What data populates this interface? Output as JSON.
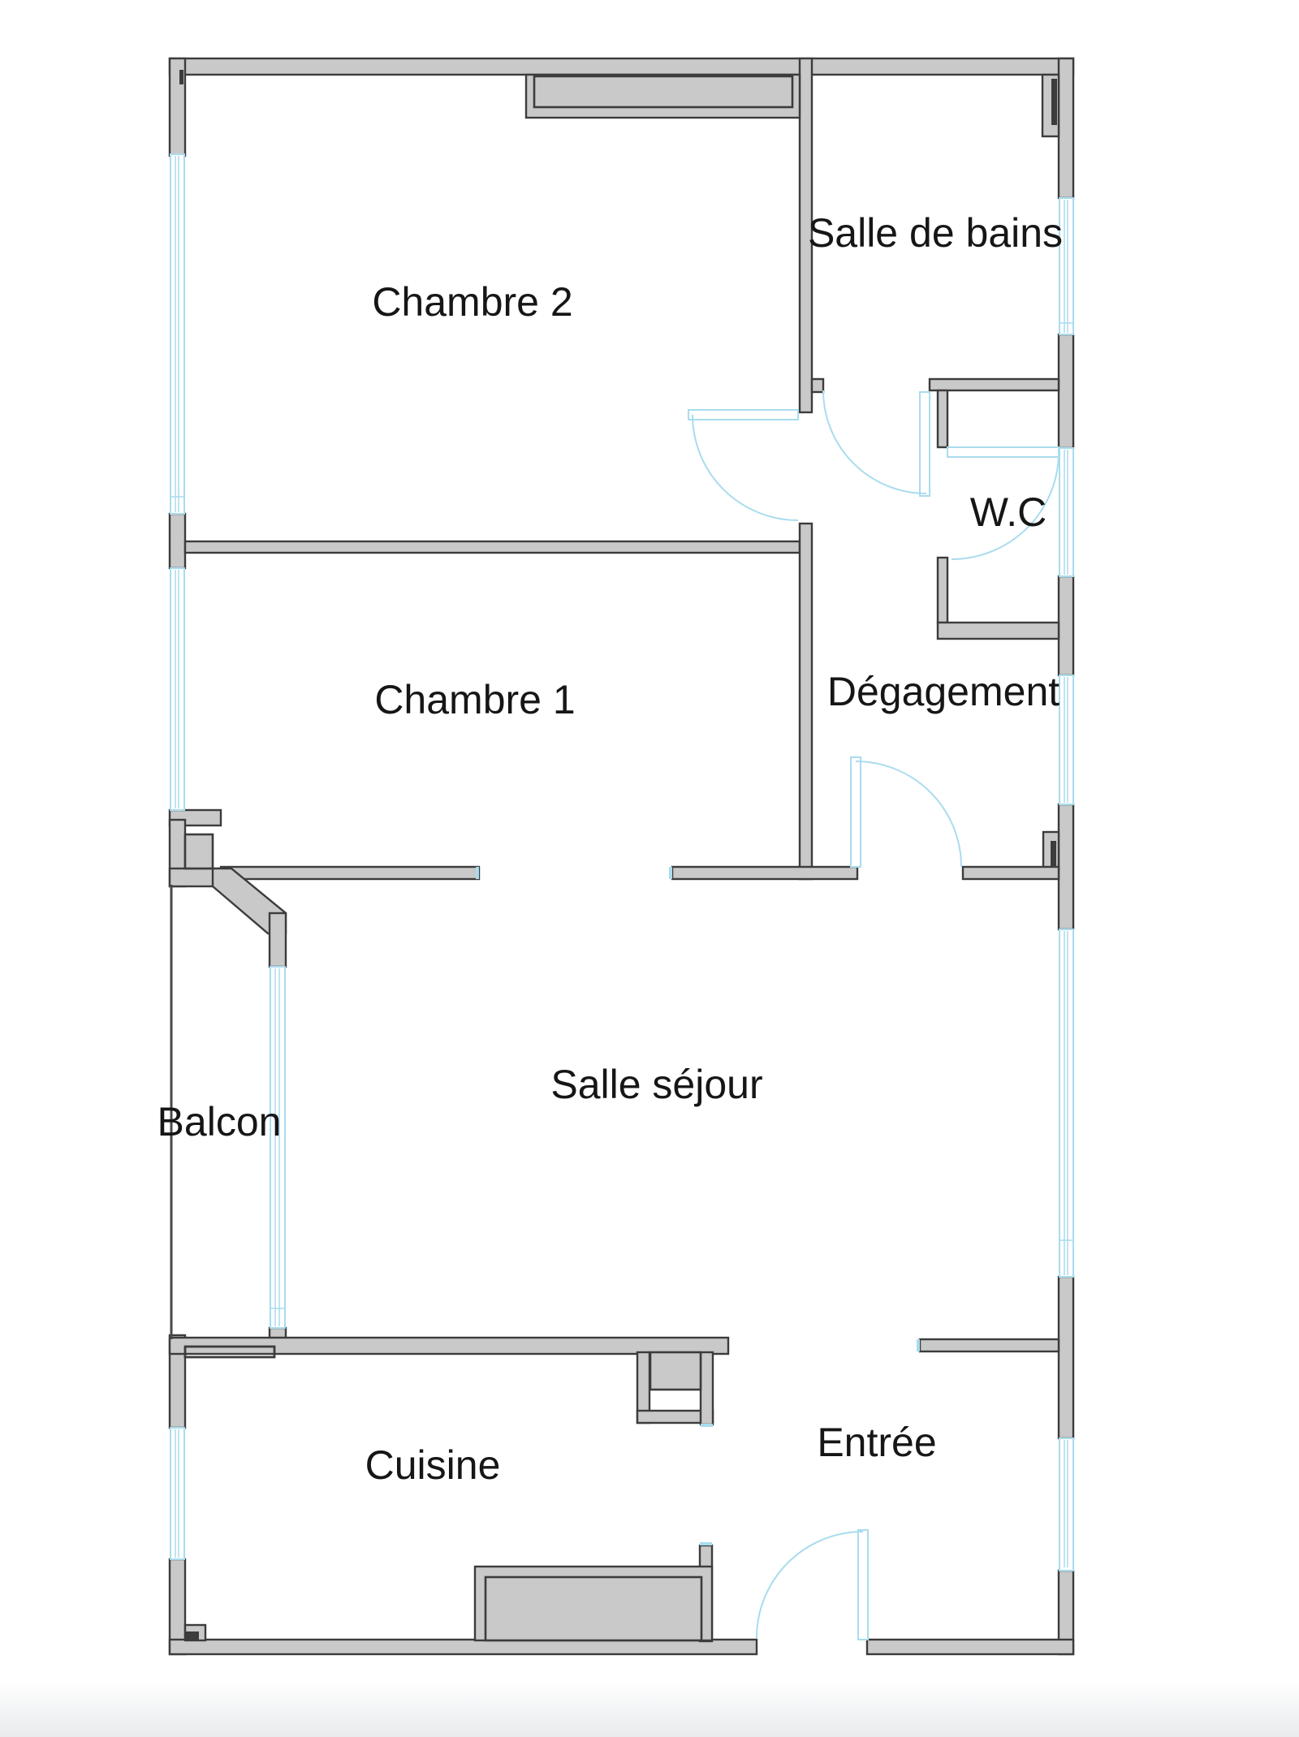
{
  "colors": {
    "wall-fill": "#c9c9c9",
    "wall-stroke": "#3c3c3c",
    "feature-blue": "#a9dcee",
    "label-color": "#161616",
    "rail-color": "#4a4a4a"
  },
  "plan": {
    "rooms": {
      "chambre2": "Chambre 2",
      "salle_de_bains": "Salle de bains",
      "wc": "W.C",
      "chambre1": "Chambre 1",
      "degagement": "Dégagement",
      "balcon": "Balcon",
      "salle_sejour": "Salle séjour",
      "cuisine": "Cuisine",
      "entree": "Entrée"
    }
  }
}
